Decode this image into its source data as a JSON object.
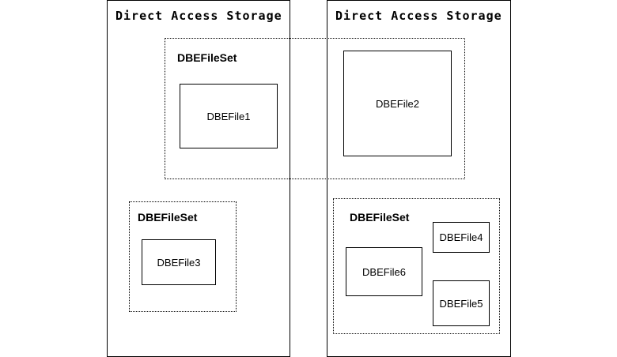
{
  "storage": [
    {
      "title": "Direct Access Storage"
    },
    {
      "title": "Direct Access Storage"
    }
  ],
  "filesets": [
    {
      "label": "DBEFileSet"
    },
    {
      "label": "DBEFileSet"
    },
    {
      "label": "DBEFileSet"
    }
  ],
  "files": [
    {
      "label": "DBEFile1"
    },
    {
      "label": "DBEFile2"
    },
    {
      "label": "DBEFile3"
    },
    {
      "label": "DBEFile4"
    },
    {
      "label": "DBEFile5"
    },
    {
      "label": "DBEFile6"
    }
  ]
}
